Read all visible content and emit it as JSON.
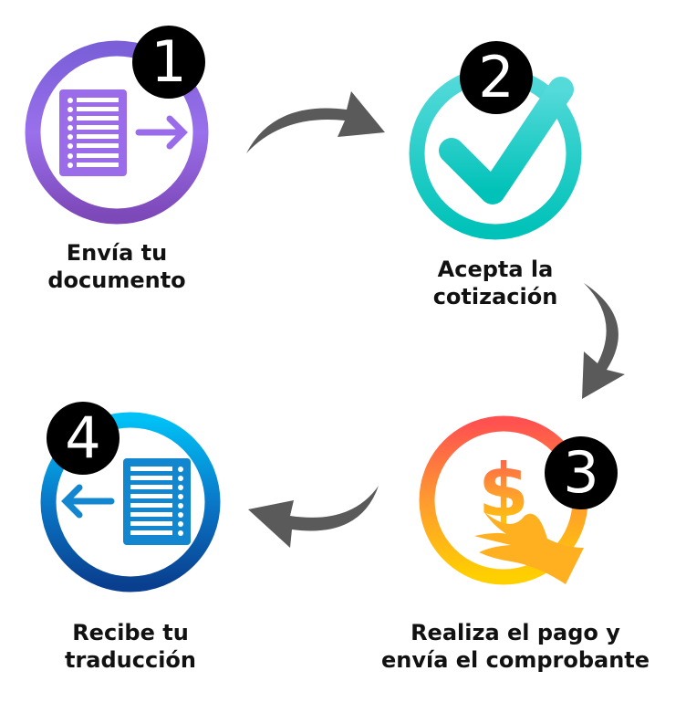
{
  "steps": [
    {
      "number": "1",
      "line1": "Envía tu",
      "line2": "documento",
      "color_top": "#7a5fd8",
      "color_bottom": "#7d48b8"
    },
    {
      "number": "2",
      "line1": "Acepta la",
      "line2": "cotización",
      "color_top": "#4fd8d8",
      "color_bottom": "#00c2b8"
    },
    {
      "number": "3",
      "line1": "Realiza el pago y",
      "line2": "envía el comprobante",
      "color_top": "#ff5250",
      "color_bottom": "#ffcf00"
    },
    {
      "number": "4",
      "line1": "Recibe tu",
      "line2": "traducción",
      "color_top": "#00b4f0",
      "color_bottom": "#0a3f8f"
    }
  ],
  "arrow_color": "#5a5a5a"
}
